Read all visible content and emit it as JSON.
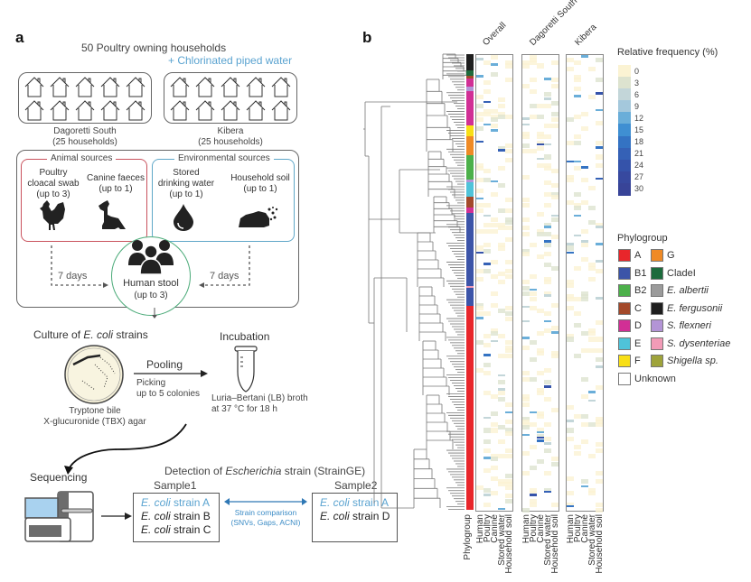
{
  "panel_a": {
    "label": "a",
    "title": "50 Poultry owning households",
    "subtitle": "+ Chlorinated piped water",
    "sites": [
      {
        "name": "Dagoretti South",
        "count": "(25 households)"
      },
      {
        "name": "Kibera",
        "count": "(25 households)"
      }
    ],
    "animal_sources": {
      "title": "Animal sources",
      "items": [
        {
          "lines": [
            "Poultry",
            "cloacal swab",
            "(up to 3)"
          ],
          "icon": "rooster-icon"
        },
        {
          "lines": [
            "Canine faeces",
            "(up to 1)"
          ],
          "icon": "dog-icon"
        }
      ]
    },
    "environmental_sources": {
      "title": "Environmental sources",
      "items": [
        {
          "lines": [
            "Stored",
            "drinking water",
            "(up to 1)"
          ],
          "icon": "water-drop-icon"
        },
        {
          "lines": [
            "Household soil",
            "(up to 1)"
          ],
          "icon": "soil-icon"
        }
      ]
    },
    "human": {
      "lines": [
        "Human stool",
        "(up to 3)"
      ],
      "icon": "people-icon"
    },
    "interval_left": "7 days",
    "interval_right": "7 days",
    "culture_title_pre": "Culture of ",
    "culture_title_em": "E. coli",
    "culture_title_post": " strains",
    "agar_lines": [
      "Tryptone bile",
      "X-glucuronide (TBX) agar"
    ],
    "pooling": "Pooling",
    "picking_lines": [
      "Picking",
      "up to 5 colonies"
    ],
    "incubation": "Incubation",
    "broth_lines": [
      "Luria–Bertani (LB) broth",
      "at 37 °C for 18 h"
    ],
    "sequencing": "Sequencing",
    "detection_pre": "Detection of ",
    "detection_em": "Escherichia",
    "detection_post": " strain (StrainGE)",
    "sample1": {
      "title": "Sample1",
      "strains": [
        {
          "em": "E. coli",
          "rest": " strain A",
          "highlight": true
        },
        {
          "em": "E. coli",
          "rest": " strain B",
          "highlight": false
        },
        {
          "em": "E. coli",
          "rest": " strain C",
          "highlight": false
        }
      ]
    },
    "sample2": {
      "title": "Sample2",
      "strains": [
        {
          "em": "E. coli",
          "rest": " strain A",
          "highlight": true
        },
        {
          "em": "E. coli",
          "rest": " strain D",
          "highlight": false
        }
      ]
    },
    "comparison_lines": [
      "Strain comparison",
      "(SNVs, Gaps, ACNI)"
    ]
  },
  "panel_b": {
    "label": "b",
    "heatmap_titles": [
      "Overall",
      "Dagoretti South",
      "Kibera"
    ],
    "phylogroup_axis_label": "Phylogroup",
    "source_columns": [
      "Human",
      "Poultry",
      "Canine",
      "Stored water",
      "Household soil"
    ],
    "colorbar": {
      "title": "Relative frequency (%)",
      "ticks": [
        "0",
        "3",
        "6",
        "9",
        "12",
        "15",
        "18",
        "21",
        "24",
        "27",
        "30"
      ],
      "colors": [
        "#fbf3d3",
        "#dde3cf",
        "#c3d6d9",
        "#a4c8dc",
        "#6aaed9",
        "#3f8fd2",
        "#3473c3",
        "#3561b6",
        "#3553aa",
        "#37499f",
        "#384498"
      ]
    },
    "phylogroup_legend": {
      "title": "Phylogroup",
      "items": [
        {
          "label": "A",
          "color": "#e8262b",
          "italic": false
        },
        {
          "label": "G",
          "color": "#ef8a25",
          "italic": false
        },
        {
          "label": "B1",
          "color": "#3c54a8",
          "italic": false
        },
        {
          "label": "CladeI",
          "color": "#1c6b3c",
          "italic": false
        },
        {
          "label": "B2",
          "color": "#4cb04a",
          "italic": false
        },
        {
          "label": "E. albertii",
          "color": "#9b9b9b",
          "italic": true
        },
        {
          "label": "C",
          "color": "#a3492a",
          "italic": false
        },
        {
          "label": "E. fergusonii",
          "color": "#1e1e1e",
          "italic": true
        },
        {
          "label": "D",
          "color": "#d12f95",
          "italic": false
        },
        {
          "label": "S. flexneri",
          "color": "#b394d6",
          "italic": true
        },
        {
          "label": "E",
          "color": "#4fc3d9",
          "italic": false
        },
        {
          "label": "S. dysenteriae",
          "color": "#f29bb7",
          "italic": true
        },
        {
          "label": "F",
          "color": "#f8df16",
          "italic": false
        },
        {
          "label": "Shigella sp.",
          "color": "#9ea33a",
          "italic": true
        },
        {
          "label": "Unknown",
          "color": "#ffffff",
          "italic": false
        }
      ]
    },
    "phylogroup_strip": [
      {
        "group": "E. fergusonii",
        "fraction": 0.035
      },
      {
        "group": "CladeI",
        "fraction": 0.012
      },
      {
        "group": "C",
        "fraction": 0.006
      },
      {
        "group": "D",
        "fraction": 0.018
      },
      {
        "group": "S. flexneri",
        "fraction": 0.01
      },
      {
        "group": "D",
        "fraction": 0.075
      },
      {
        "group": "F",
        "fraction": 0.025
      },
      {
        "group": "G",
        "fraction": 0.04
      },
      {
        "group": "B2",
        "fraction": 0.055
      },
      {
        "group": "S. flexneri",
        "fraction": 0.006
      },
      {
        "group": "E",
        "fraction": 0.03
      },
      {
        "group": "C",
        "fraction": 0.025
      },
      {
        "group": "D",
        "fraction": 0.012
      },
      {
        "group": "B1",
        "fraction": 0.16
      },
      {
        "group": "S. dysenteriae",
        "fraction": 0.004
      },
      {
        "group": "B1",
        "fraction": 0.04
      },
      {
        "group": "A",
        "fraction": 0.447
      }
    ]
  }
}
